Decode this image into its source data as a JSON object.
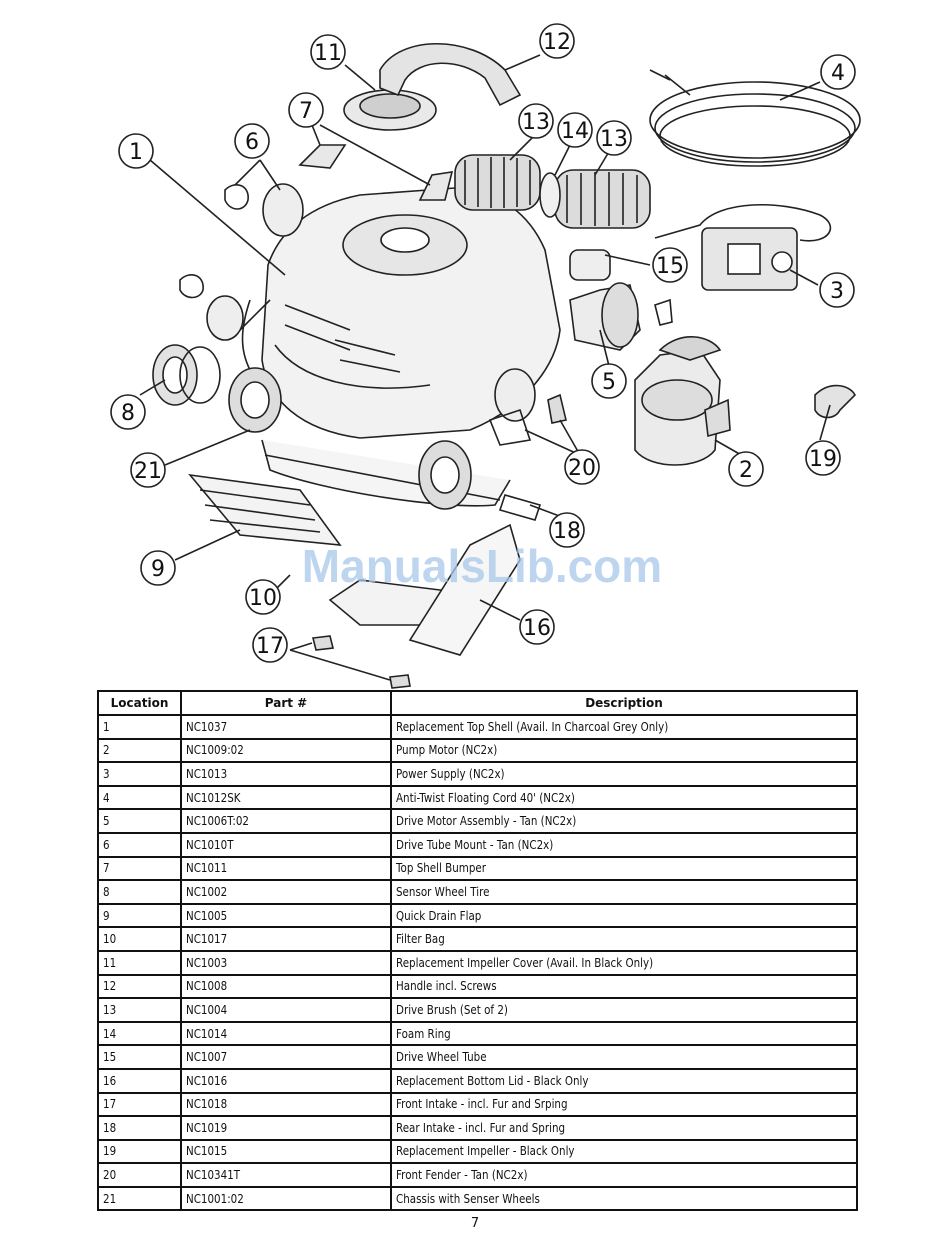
{
  "callouts": [
    "1",
    "2",
    "3",
    "4",
    "5",
    "6",
    "7",
    "8",
    "9",
    "10",
    "11",
    "12",
    "13",
    "13",
    "14",
    "15",
    "16",
    "17",
    "18",
    "19",
    "20",
    "21"
  ],
  "watermark": "ManualsLib.com",
  "table": {
    "headers": [
      "Location",
      "Part #",
      "Description"
    ],
    "rows": [
      [
        "1",
        "NC1037",
        "Replacement Top Shell (Avail. In Charcoal Grey Only)"
      ],
      [
        "2",
        "NC1009:02",
        "Pump Motor (NC2x)"
      ],
      [
        "3",
        "NC1013",
        "Power Supply (NC2x)"
      ],
      [
        "4",
        "NC1012SK",
        "Anti-Twist Floating Cord 40' (NC2x)"
      ],
      [
        "5",
        "NC1006T:02",
        "Drive Motor Assembly - Tan (NC2x)"
      ],
      [
        "6",
        "NC1010T",
        "Drive Tube Mount - Tan (NC2x)"
      ],
      [
        "7",
        "NC1011",
        "Top Shell Bumper"
      ],
      [
        "8",
        "NC1002",
        "Sensor Wheel Tire"
      ],
      [
        "9",
        "NC1005",
        "Quick Drain Flap"
      ],
      [
        "10",
        "NC1017",
        "Filter Bag"
      ],
      [
        "11",
        "NC1003",
        "Replacement Impeller Cover (Avail. In Black Only)"
      ],
      [
        "12",
        "NC1008",
        "Handle incl. Screws"
      ],
      [
        "13",
        "NC1004",
        "Drive Brush (Set of 2)"
      ],
      [
        "14",
        "NC1014",
        "Foam Ring"
      ],
      [
        "15",
        "NC1007",
        "Drive Wheel Tube"
      ],
      [
        "16",
        "NC1016",
        "Replacement Bottom Lid - Black Only"
      ],
      [
        "17",
        "NC1018",
        "Front Intake - incl. Fur and Srping"
      ],
      [
        "18",
        "NC1019",
        "Rear Intake - incl. Fur and Spring"
      ],
      [
        "19",
        "NC1015",
        "Replacement Impeller - Black Only"
      ],
      [
        "20",
        "NC10341T",
        "Front Fender - Tan (NC2x)"
      ],
      [
        "21",
        "NC1001:02",
        "Chassis with Senser Wheels"
      ]
    ]
  },
  "page_number": "7"
}
